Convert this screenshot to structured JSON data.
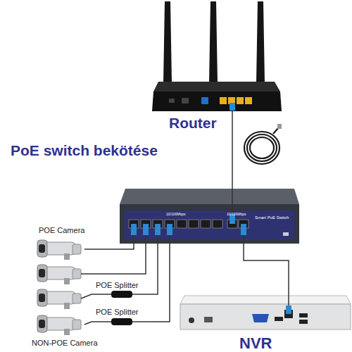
{
  "diagram": {
    "title": "PoE switch bekötése",
    "nodes": [
      {
        "text": [
          "Router"
        ]
      },
      {
        "text": [
          "Smart PoE Switch"
        ]
      },
      {
        "text": [
          "POE Camera"
        ]
      },
      {
        "text": [
          "POE Splitter"
        ]
      },
      {
        "text": [
          "POE Splitter"
        ]
      },
      {
        "text": [
          "NON-POE Camera"
        ]
      },
      {
        "text": [
          "NVR"
        ]
      }
    ],
    "edges": [
      {
        "from": 0,
        "to": 1,
        "arrow": "none"
      },
      {
        "from": 1,
        "to": 2,
        "arrow": "none"
      },
      {
        "from": 1,
        "to": 3,
        "arrow": "none"
      },
      {
        "from": 1,
        "to": 4,
        "arrow": "none"
      },
      {
        "from": 1,
        "to": 6,
        "arrow": "none"
      },
      {
        "from": 4,
        "to": 5,
        "arrow": "none"
      }
    ],
    "labels": [
      "10/100Mbps",
      "10/100Mbps"
    ]
  }
}
